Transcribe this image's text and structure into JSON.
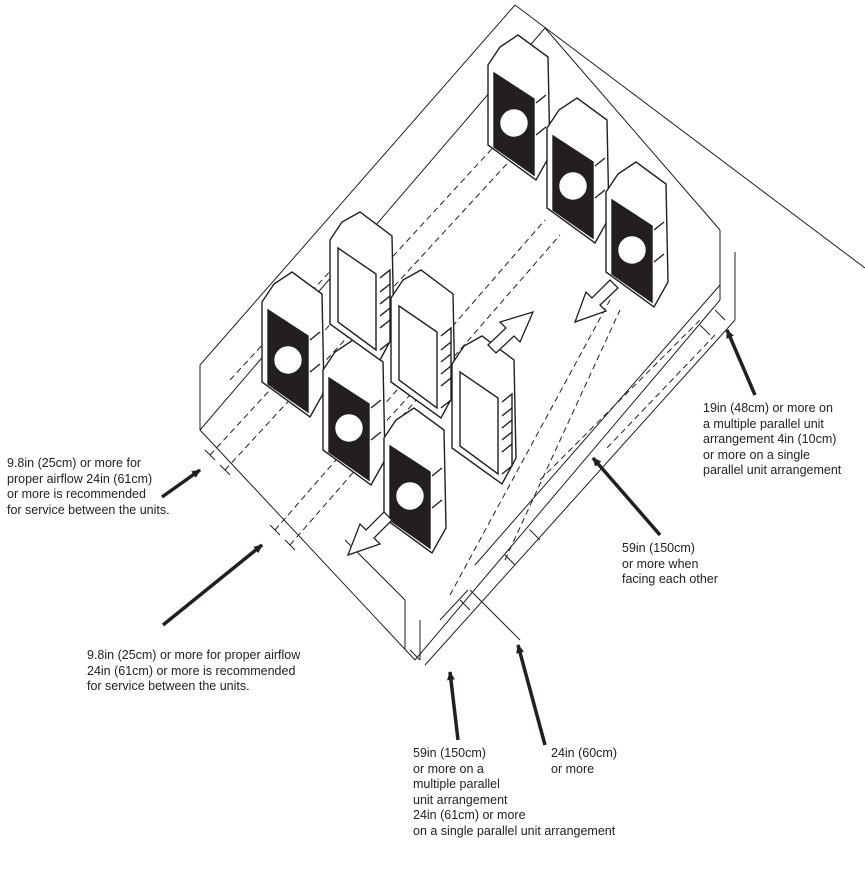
{
  "labels": {
    "left_upper": [
      "9.8in (25cm) or more for",
      "proper airflow 24in (61cm)",
      "or more is recommended",
      "for service between the units."
    ],
    "left_lower": [
      "9.8in (25cm) or more for proper airflow",
      "24in (61cm) or more is recommended",
      "for service between the units."
    ],
    "right": [
      "19in (48cm) or more on",
      "a multiple parallel unit",
      "arrangement 4in (10cm)",
      "or more on a single",
      "parallel unit arrangement"
    ],
    "facing": [
      "59in (150cm)",
      "or more when",
      "facing each other"
    ],
    "bottom_left": [
      "59in (150cm)",
      "or more on a",
      "multiple parallel",
      "unit arrangement",
      "24in (61cm) or more",
      "on a single parallel unit arrangement"
    ],
    "bottom_right": [
      "24in (60cm)",
      "or more"
    ]
  },
  "colors": {
    "line": "#231f20",
    "fan_panel": "#231f20",
    "background": "#ffffff"
  }
}
